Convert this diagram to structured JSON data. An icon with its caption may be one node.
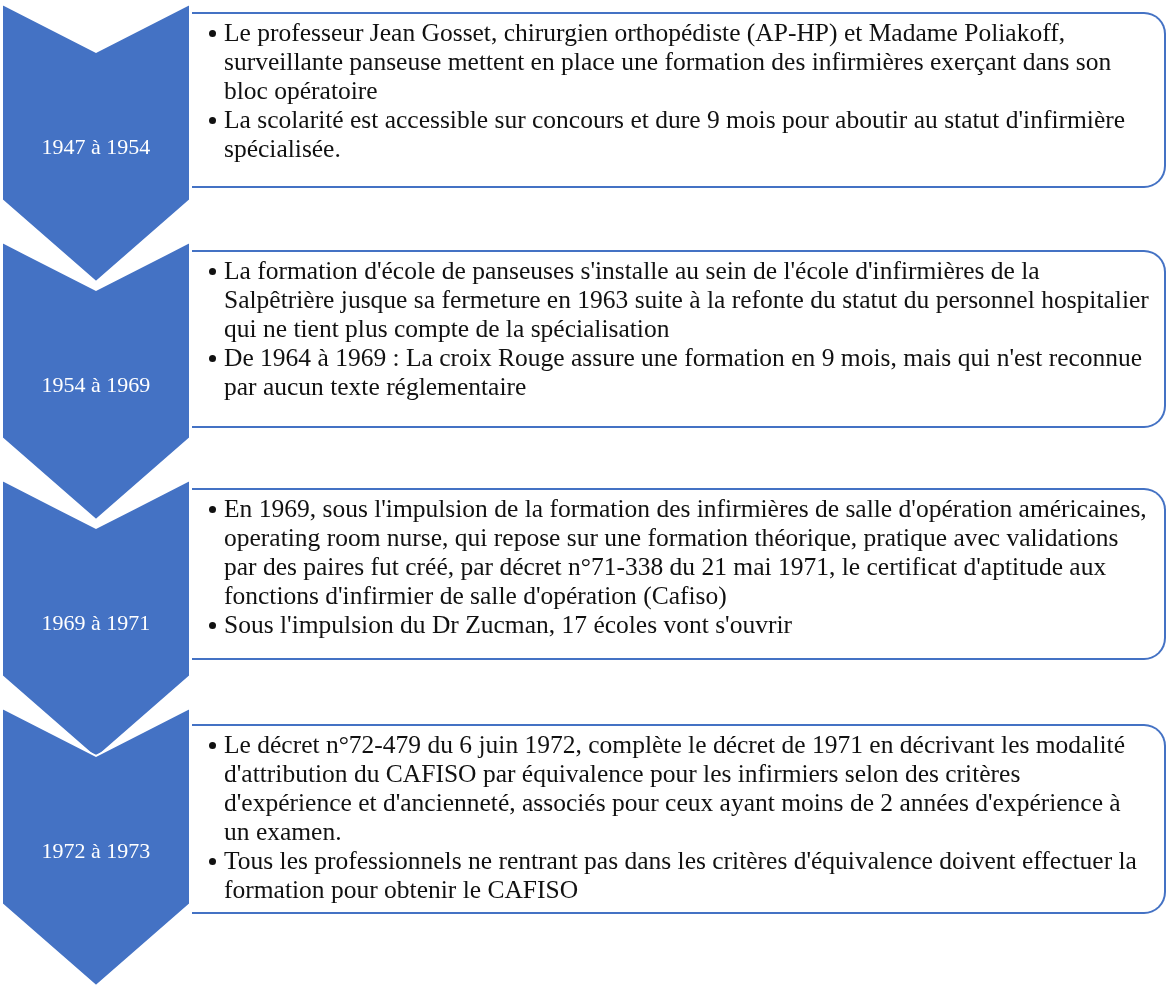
{
  "diagram": {
    "nodes": [
      {
        "text": [
          "1947 à 1954"
        ]
      },
      {
        "text": [
          "Le professeur Jean Gosset, chirurgien orthopédiste (AP-HP) et Madame Poliakoff, surveillante panseuse mettent en place une formation des infirmières exerçant dans son bloc opératoire",
          "La scolarité est accessible sur concours et dure 9 mois pour aboutir au statut d'infirmière spécialisée."
        ]
      },
      {
        "text": [
          "1954 à 1969"
        ]
      },
      {
        "text": [
          "La formation d'école de panseuses s'installe au sein de l'école d'infirmières de la Salpêtrière jusque sa fermeture en 1963 suite à la refonte du statut du personnel hospitalier qui ne tient plus compte de la spécialisation",
          "De 1964 à 1969 : La croix Rouge assure une formation en 9 mois, mais qui n'est reconnue par aucun texte réglementaire"
        ]
      },
      {
        "text": [
          "1969 à 1971"
        ]
      },
      {
        "text": [
          "En 1969, sous l'impulsion de la formation des infirmières de salle d'opération américaines, operating room nurse, qui repose sur une formation théorique, pratique avec validations par des paires fut créé, par décret n°71-338 du 21 mai 1971, le certificat d'aptitude aux fonctions d'infirmier de salle d'opération (Cafiso)",
          "Sous l'impulsion du Dr Zucman, 17 écoles vont s'ouvrir"
        ]
      },
      {
        "text": [
          "1972 à 1973"
        ]
      },
      {
        "text": [
          "Le décret n°72-479 du 6 juin 1972, complète le décret de 1971 en décrivant les modalité d'attribution du CAFISO par équivalence pour les infirmiers selon des critères d'expérience et d'ancienneté, associés pour  ceux ayant moins de 2 années d'expérience à un examen.",
          "Tous les professionnels ne rentrant pas dans les critères d'équivalence doivent effectuer la formation pour obtenir le CAFISO"
        ]
      }
    ]
  }
}
